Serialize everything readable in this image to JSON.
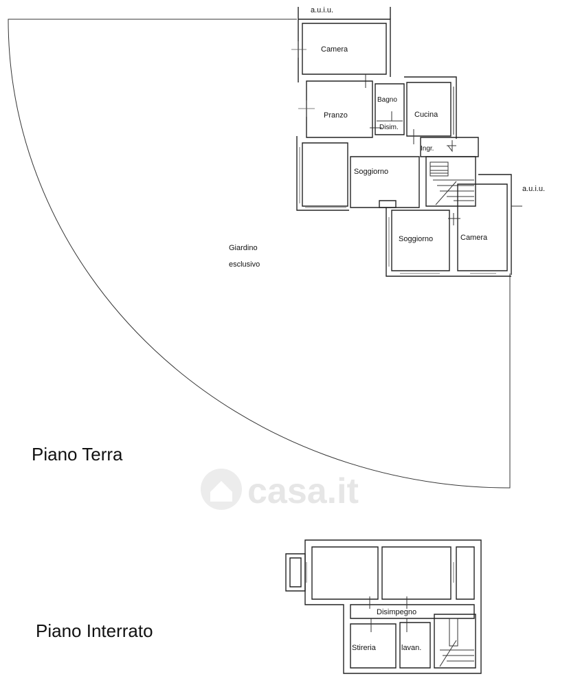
{
  "floors": {
    "ground": {
      "title": "Piano Terra",
      "rooms": {
        "camera_top": "Camera",
        "pranzo": "Pranzo",
        "bagno": "Bagno",
        "cucina": "Cucina",
        "disim": "Disim.",
        "ingr": "Ingr.",
        "soggiorno_main": "Soggiorno",
        "soggiorno_lower": "Soggiorno",
        "camera_lower": "Camera"
      },
      "auiu_top": "a.u.i.u.",
      "auiu_right": "a.u.i.u.",
      "garden_line1": "Giardino",
      "garden_line2": "esclusivo"
    },
    "basement": {
      "title": "Piano Interrato",
      "rooms": {
        "disimpegno": "Disimpegno",
        "stireria": "Stireria",
        "lavan": "lavan."
      }
    }
  },
  "watermark": "casa.it"
}
